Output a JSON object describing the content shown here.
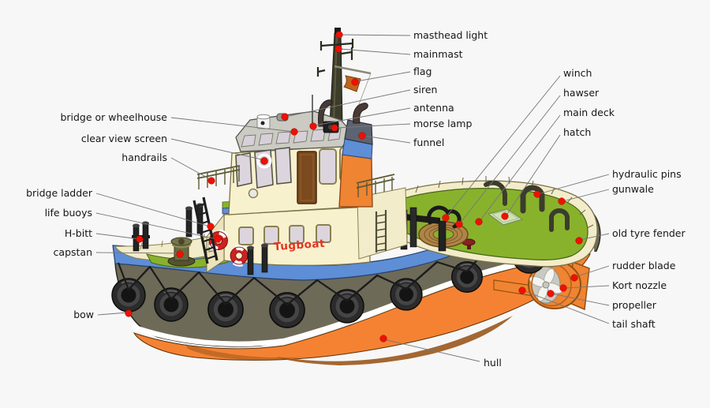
{
  "figure": {
    "background": "#f7f7f7",
    "subject": "tugboat parts diagram"
  },
  "boat_name": "Tugboat",
  "labels": {
    "masthead_light": "masthead light",
    "mainmast": "mainmast",
    "flag": "flag",
    "siren": "siren",
    "antenna": "antenna",
    "morse_lamp": "morse lamp",
    "funnel": "funnel",
    "winch": "winch",
    "hawser": "hawser",
    "main_deck": "main deck",
    "hatch": "hatch",
    "hydraulic_pins": "hydraulic pins",
    "gunwale": "gunwale",
    "old_tyre_fender": "old tyre fender",
    "rudder_blade": "rudder blade",
    "kort_nozzle": "Kort nozzle",
    "propeller": "propeller",
    "tail_shaft": "tail shaft",
    "bridge_or_wheelhouse": "bridge or wheelhouse",
    "clear_view_screen": "clear view screen",
    "handrails": "handrails",
    "bridge_ladder": "bridge ladder",
    "life_buoys": "life buoys",
    "h_bitt": "H-bitt",
    "capstan": "capstan",
    "bow": "bow",
    "hull": "hull"
  },
  "colors": {
    "hull_upper": "#6e6a58",
    "hull_bottom": "#f58233",
    "boot_stripe": "#ffffff",
    "rub_rail": "#5d8ed6",
    "deck_green": "#88b22c",
    "bulwark_cream": "#f2ecca",
    "superstructure_cream": "#f8f1cd",
    "funnel_orange": "#ef8432",
    "funnel_band": "#5d8ed6",
    "funnel_cap": "#5c6472",
    "window_glass": "#ddd5dd",
    "callout_dot": "#ee1100",
    "leader_line": "#777777",
    "boat_name_text": "#e53222"
  }
}
